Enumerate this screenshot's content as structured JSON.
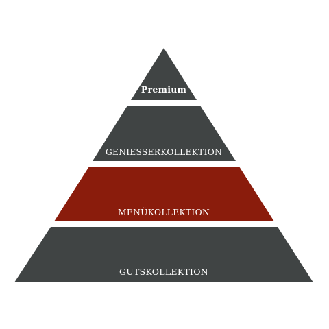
{
  "diagram": {
    "type": "pyramid",
    "tiers": [
      {
        "label": "Premium",
        "color": "#404444"
      },
      {
        "label": "GENIESSERKOLLEKTION",
        "color": "#404444"
      },
      {
        "label": "MENÜKOLLEKTION",
        "color": "#8a1c0c"
      },
      {
        "label": "GUTSKOLLEKTION",
        "color": "#404444"
      }
    ]
  }
}
